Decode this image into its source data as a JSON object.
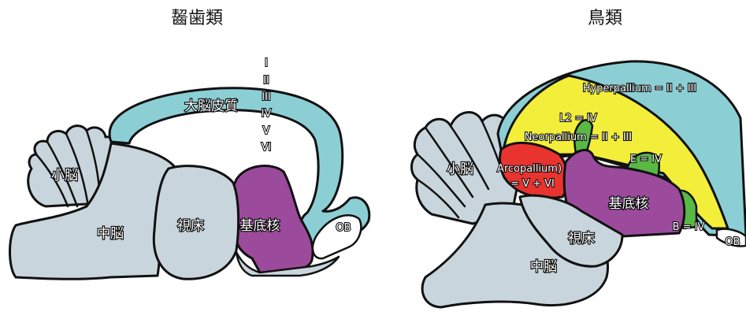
{
  "colors": {
    "cortex": "#8bcfd4",
    "brain_gray": "#c9d5dc",
    "basal": "#9c4a9c",
    "hyperpallium": "#f2ee3a",
    "arcopallium": "#e8332f",
    "green": "#5ab845",
    "outline": "#111111"
  },
  "mammal": {
    "title": "齧歯類",
    "cortex_label": "大脳皮質",
    "cortical_layers": [
      "I",
      "II",
      "III",
      "IV",
      "V",
      "VI"
    ],
    "cerebellum_label": "小脳",
    "midbrain_label": "中脳",
    "thalamus_label": "視床",
    "basal_ganglia_label": "基底核",
    "olfactory_bulb_label": "OB"
  },
  "bird": {
    "title": "鳥類",
    "hyperpallium_label": "Hyperpallium = II + III",
    "l2_label": "L2 = IV",
    "neorpallium_label": "Neorpallium = II + III",
    "e_label": "E = IV",
    "arcopallium_label_1": "Arcopallium)",
    "arcopallium_label_2": "= V + VI",
    "basal_ganglia_label": "基底核",
    "b_label": "B = IV",
    "olfactory_bulb_label": "OB",
    "cerebellum_label": "小脳",
    "thalamus_label": "視床",
    "midbrain_label": "中脳"
  }
}
